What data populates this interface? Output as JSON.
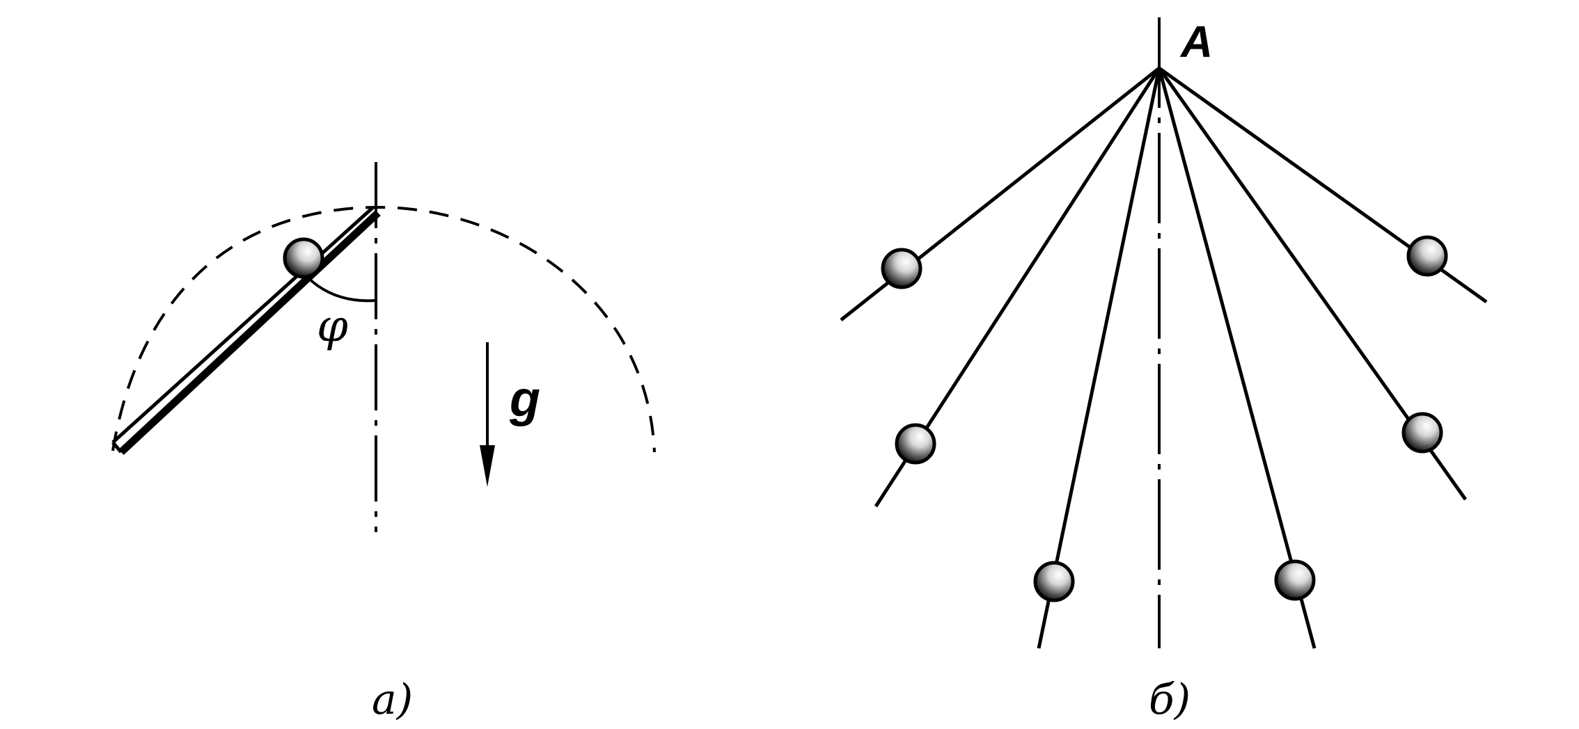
{
  "panel_a": {
    "caption": "a)",
    "angle_label": "φ",
    "gravity_label": "g"
  },
  "panel_b": {
    "caption": "б)",
    "pivot_label": "A"
  },
  "colors": {
    "ink": "#000000",
    "background": "#ffffff"
  }
}
